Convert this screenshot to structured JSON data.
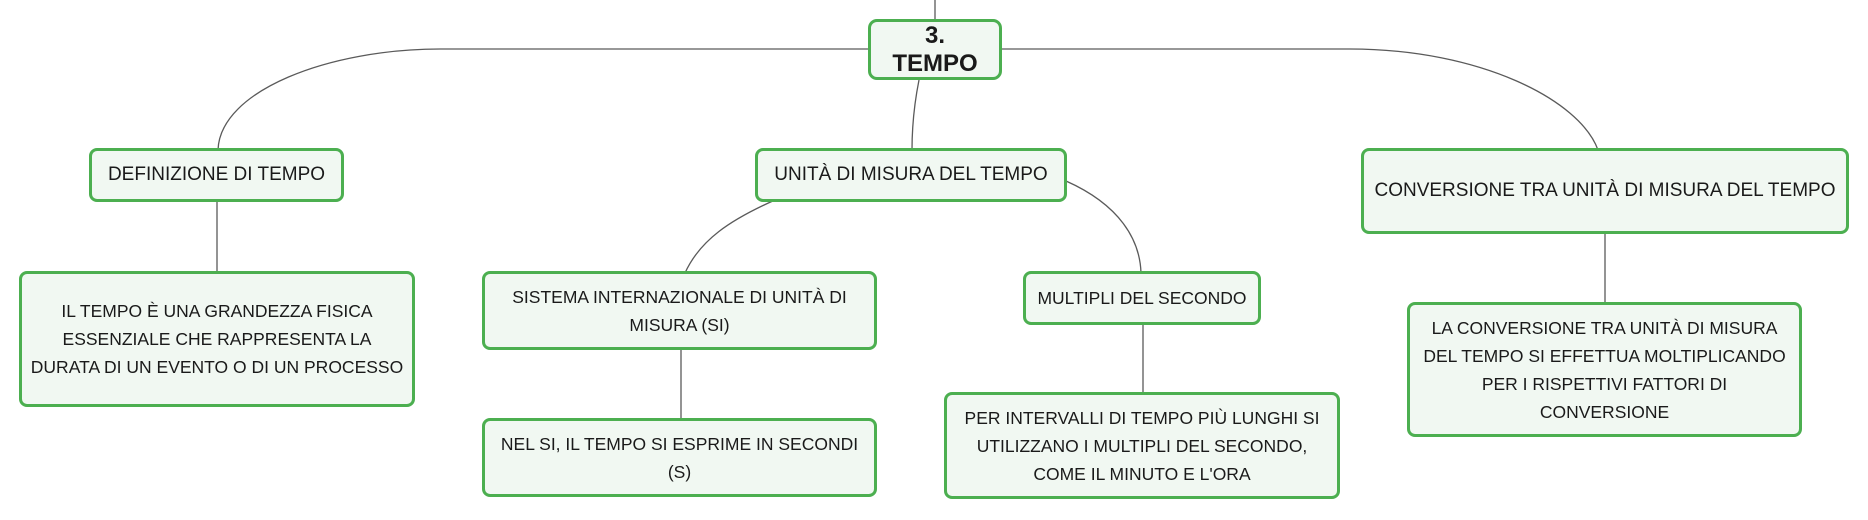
{
  "root": {
    "label": "3. TEMPO"
  },
  "branches": [
    {
      "label": "DEFINIZIONE DI TEMPO",
      "children": [
        {
          "text": "IL TEMPO È UNA GRANDEZZA FISICA ESSENZIALE CHE RAPPRESENTA LA DURATA DI UN EVENTO O DI UN PROCESSO"
        }
      ]
    },
    {
      "label": "UNITÀ DI MISURA DEL TEMPO",
      "children": [
        {
          "label": "SISTEMA INTERNAZIONALE DI UNITÀ DI MISURA (SI)",
          "detail": "NEL SI, IL TEMPO SI ESPRIME IN SECONDI (S)"
        },
        {
          "label": "MULTIPLI DEL SECONDO",
          "detail": "PER INTERVALLI DI TEMPO PIÙ LUNGHI SI UTILIZZANO I MULTIPLI DEL SECONDO, COME IL MINUTO E L'ORA"
        }
      ]
    },
    {
      "label": "CONVERSIONE TRA UNITÀ DI MISURA DEL TEMPO",
      "children": [
        {
          "text": "LA CONVERSIONE TRA UNITÀ DI MISURA DEL TEMPO SI EFFETTUA MOLTIPLICANDO PER I RISPETTIVI FATTORI DI CONVERSIONE"
        }
      ]
    }
  ],
  "colors": {
    "border": "#4caf50",
    "fill": "#f1f8f2",
    "line": "#5a5a5a"
  }
}
